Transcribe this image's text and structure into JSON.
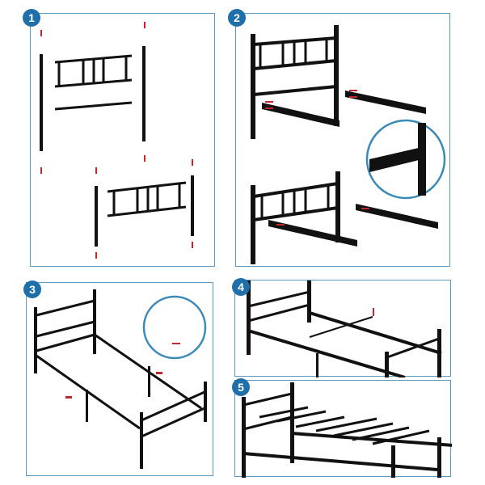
{
  "steps": [
    {
      "number": "1",
      "description": "Attach side posts to headboard and footboard panels"
    },
    {
      "number": "2",
      "description": "Attach side rails to headboard and footboard; detail of bracket hook"
    },
    {
      "number": "3",
      "description": "Connect frame and add center support legs; detail of joint"
    },
    {
      "number": "4",
      "description": "Install center rail and support"
    },
    {
      "number": "5",
      "description": "Install slats across frame"
    }
  ],
  "colors": {
    "panel_border": "#5b9bbf",
    "badge": "#1f6fa8",
    "frame": "#111111",
    "hardware": "#c0282d"
  }
}
